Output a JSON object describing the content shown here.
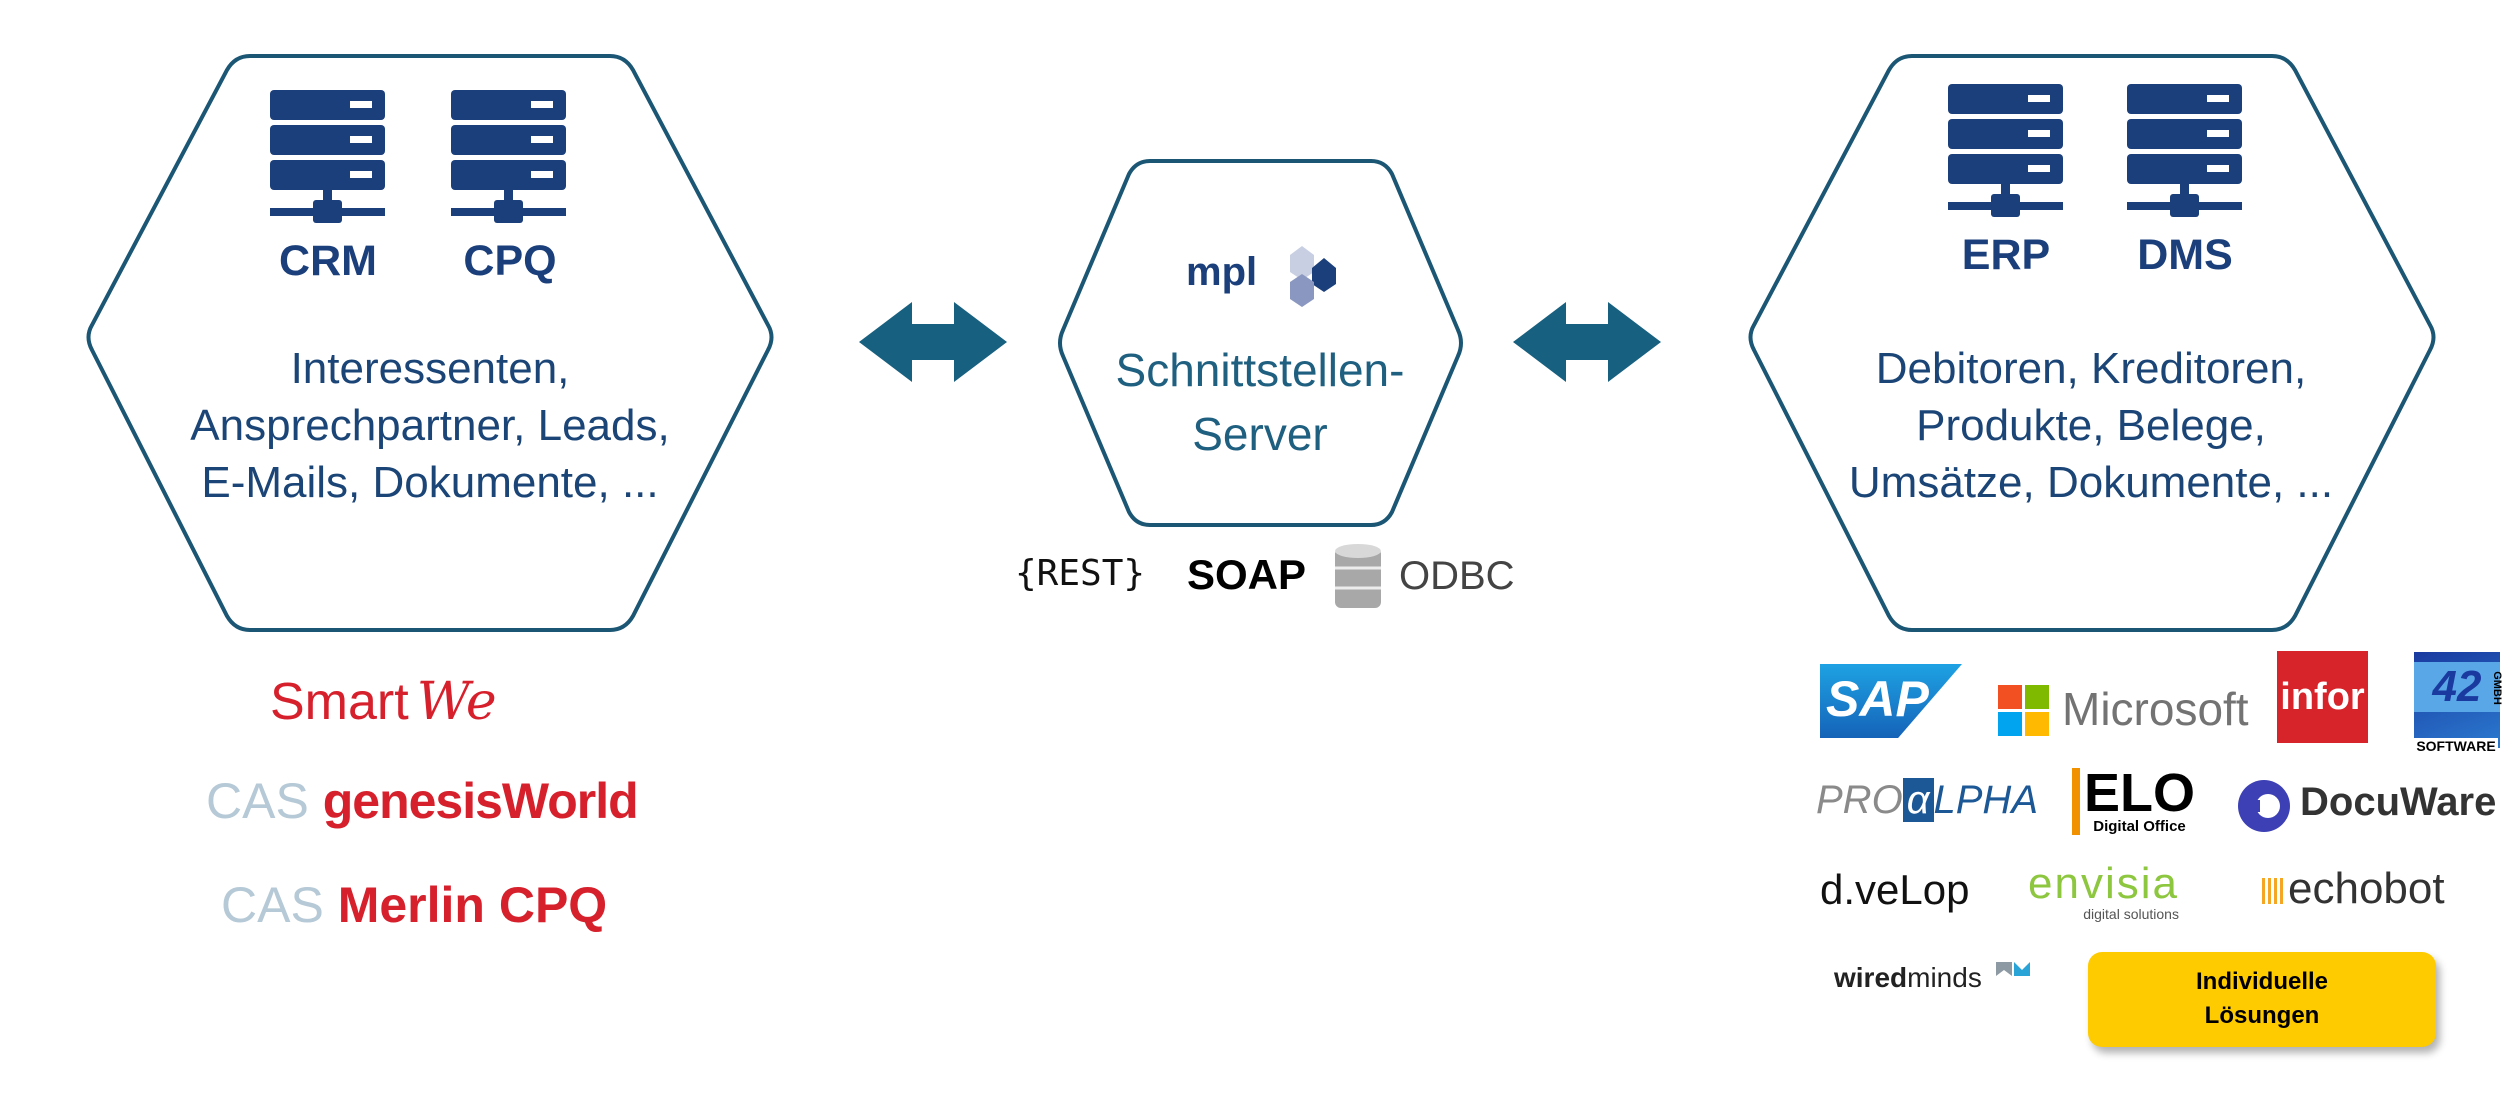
{
  "left": {
    "systems": [
      "CRM",
      "CPQ"
    ],
    "entities": [
      "Interessenten,",
      "Ansprechpartner, Leads,",
      "E-Mails, Dokumente, ..."
    ],
    "logos": {
      "smartwe": [
        "Smart",
        "We"
      ],
      "genesis": [
        "CAS",
        "genesisWorld"
      ],
      "merlin": [
        "CAS",
        "Merlin CPQ"
      ]
    }
  },
  "center": {
    "logo": "mpl",
    "title": [
      "Schnittstellen-",
      "Server"
    ],
    "protocols": {
      "rest": "{REST}",
      "soap": "SOAP",
      "odbc": "ODBC"
    }
  },
  "right": {
    "systems": [
      "ERP",
      "DMS"
    ],
    "entities": [
      "Debitoren, Kreditoren,",
      "Produkte, Belege,",
      "Umsätze, Dokumente, ..."
    ],
    "logos": {
      "sap": "SAP",
      "microsoft": "Microsoft",
      "infor": "infor",
      "software42": {
        "number": "42",
        "name": "SOFTWARE",
        "suffix": "GMBH"
      },
      "proalpha": [
        "PRO",
        "α",
        "LPHA"
      ],
      "elo": {
        "name": "ELO",
        "sub": "Digital Office"
      },
      "docuware": "DocuWare",
      "dvelop": "d.veLop",
      "envisia": {
        "name": "envisia",
        "sub": "digital solutions"
      },
      "echobot": "echobot",
      "wiredminds": [
        "wired",
        "minds"
      ]
    },
    "custom_button": [
      "Individuelle",
      "Lösungen"
    ]
  },
  "colors": {
    "outline": "#1b5674",
    "arrow": "#17607f",
    "server_icon": "#1b3f7a",
    "red": "#d6202c",
    "yellow": "#fecb00"
  }
}
